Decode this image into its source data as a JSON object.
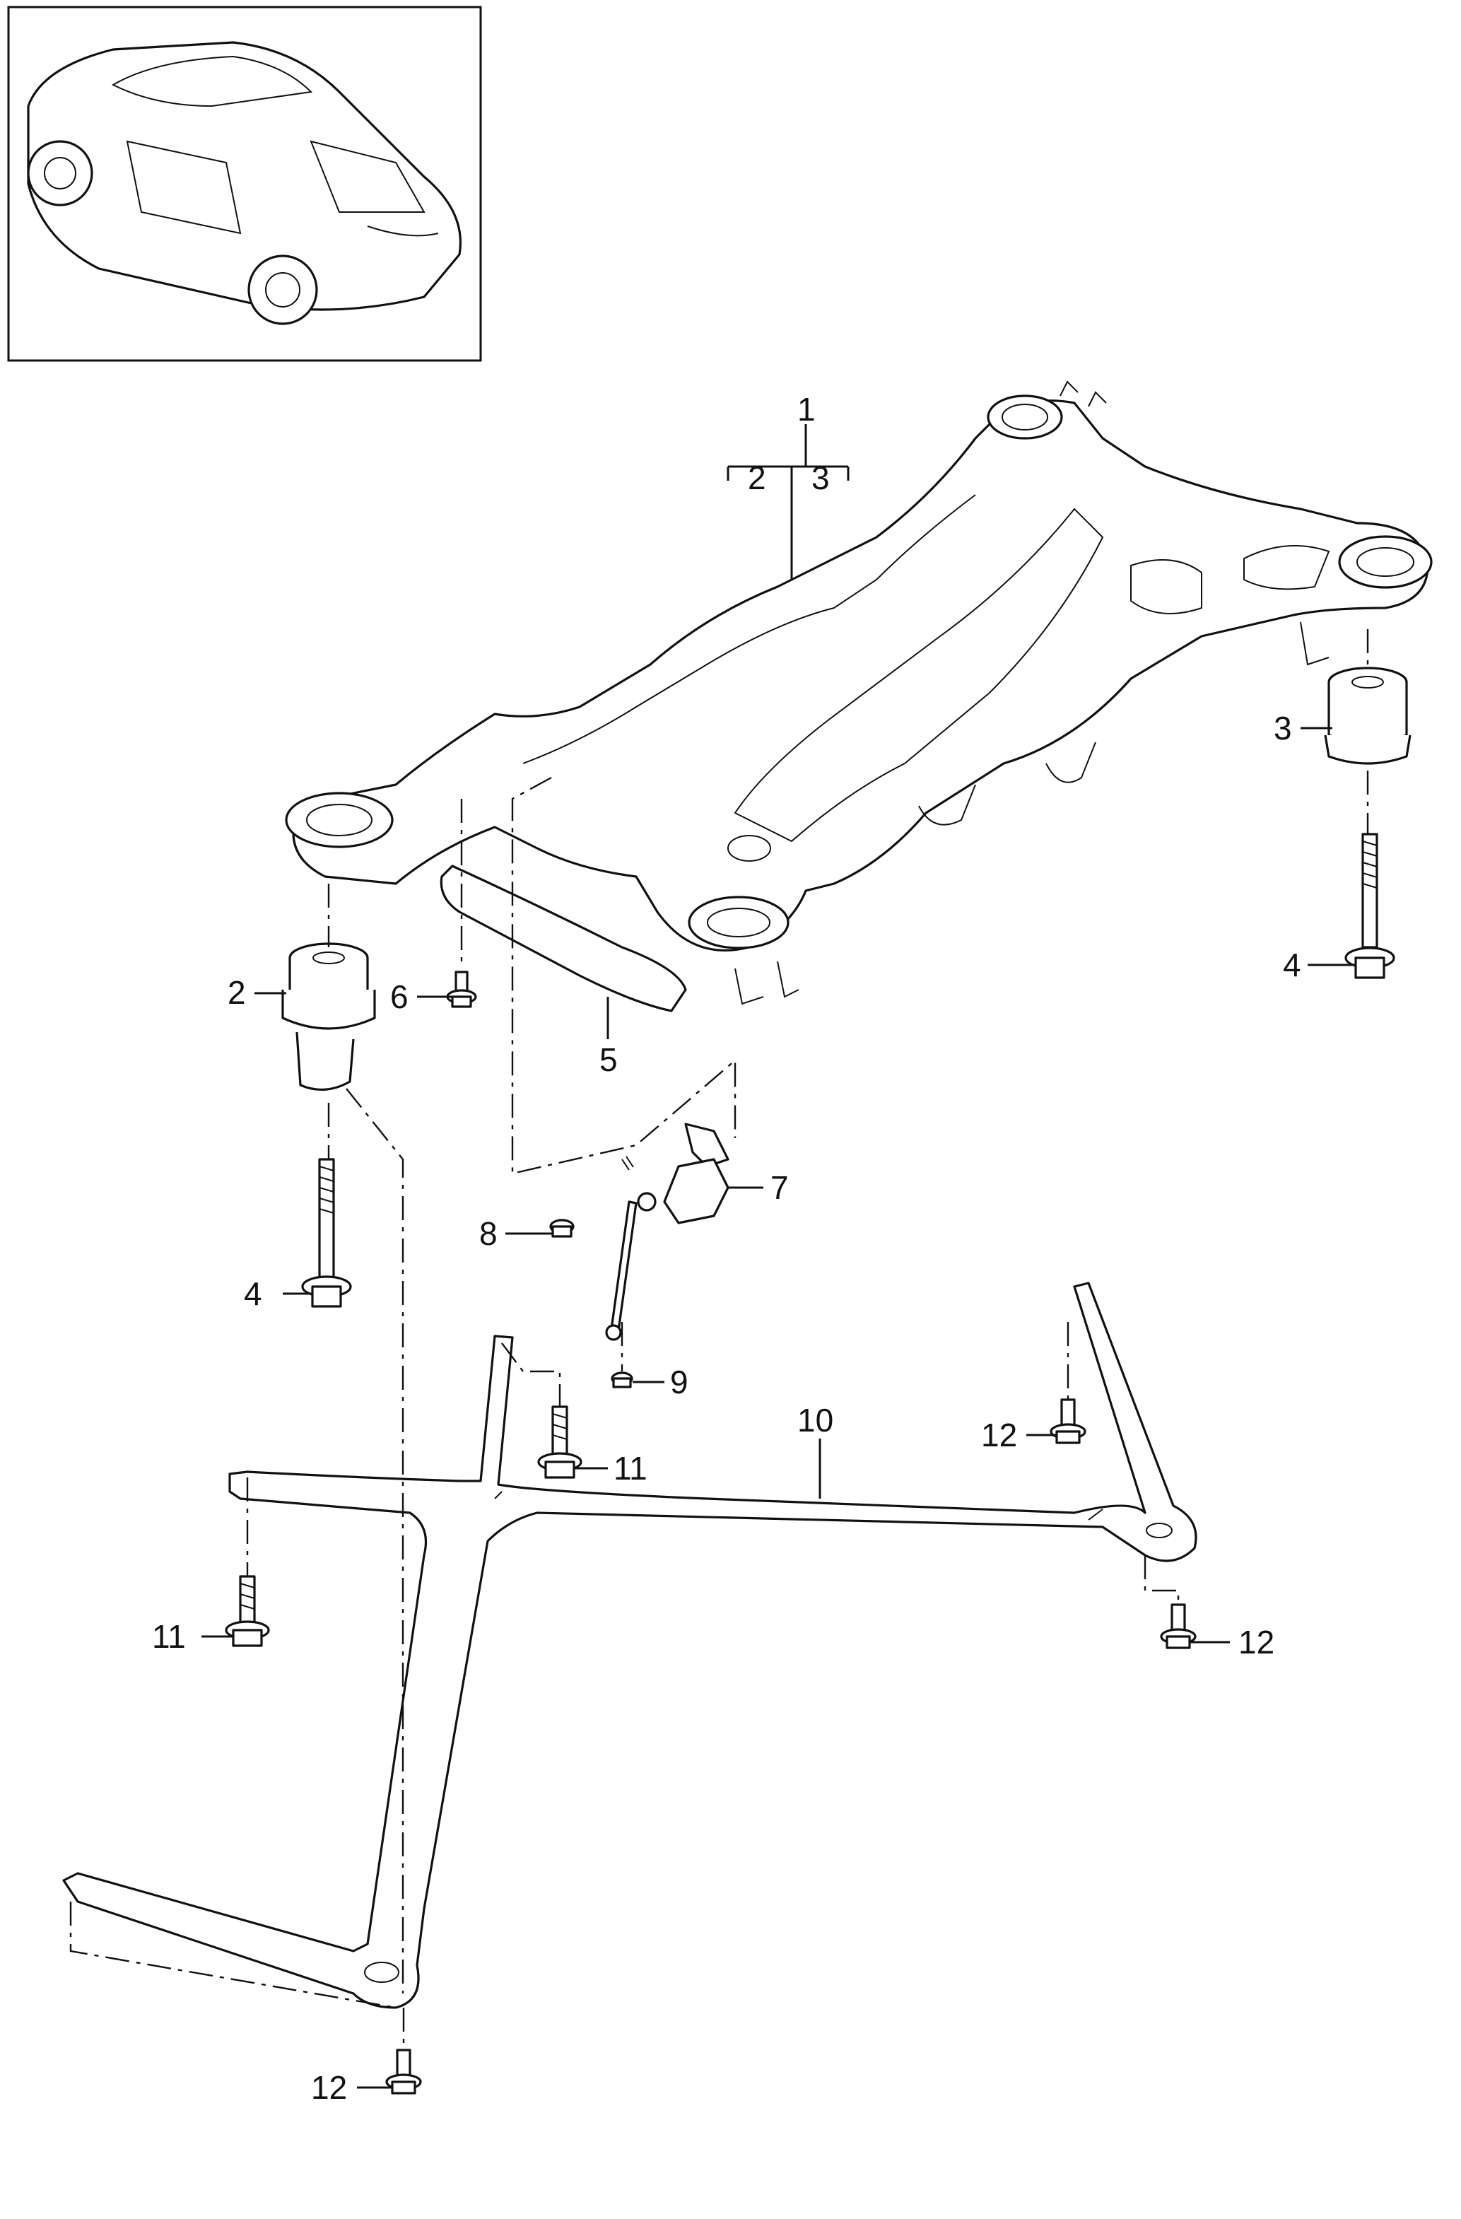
{
  "callouts": {
    "c1": "1",
    "c1a": "2",
    "c1b": "3",
    "c2": "2",
    "c3": "3",
    "c4a": "4",
    "c4b": "4",
    "c5": "5",
    "c6": "6",
    "c7": "7",
    "c8": "8",
    "c9": "9",
    "c10": "10",
    "c11a": "11",
    "c11b": "11",
    "c12a": "12",
    "c12b": "12",
    "c12c": "12"
  }
}
